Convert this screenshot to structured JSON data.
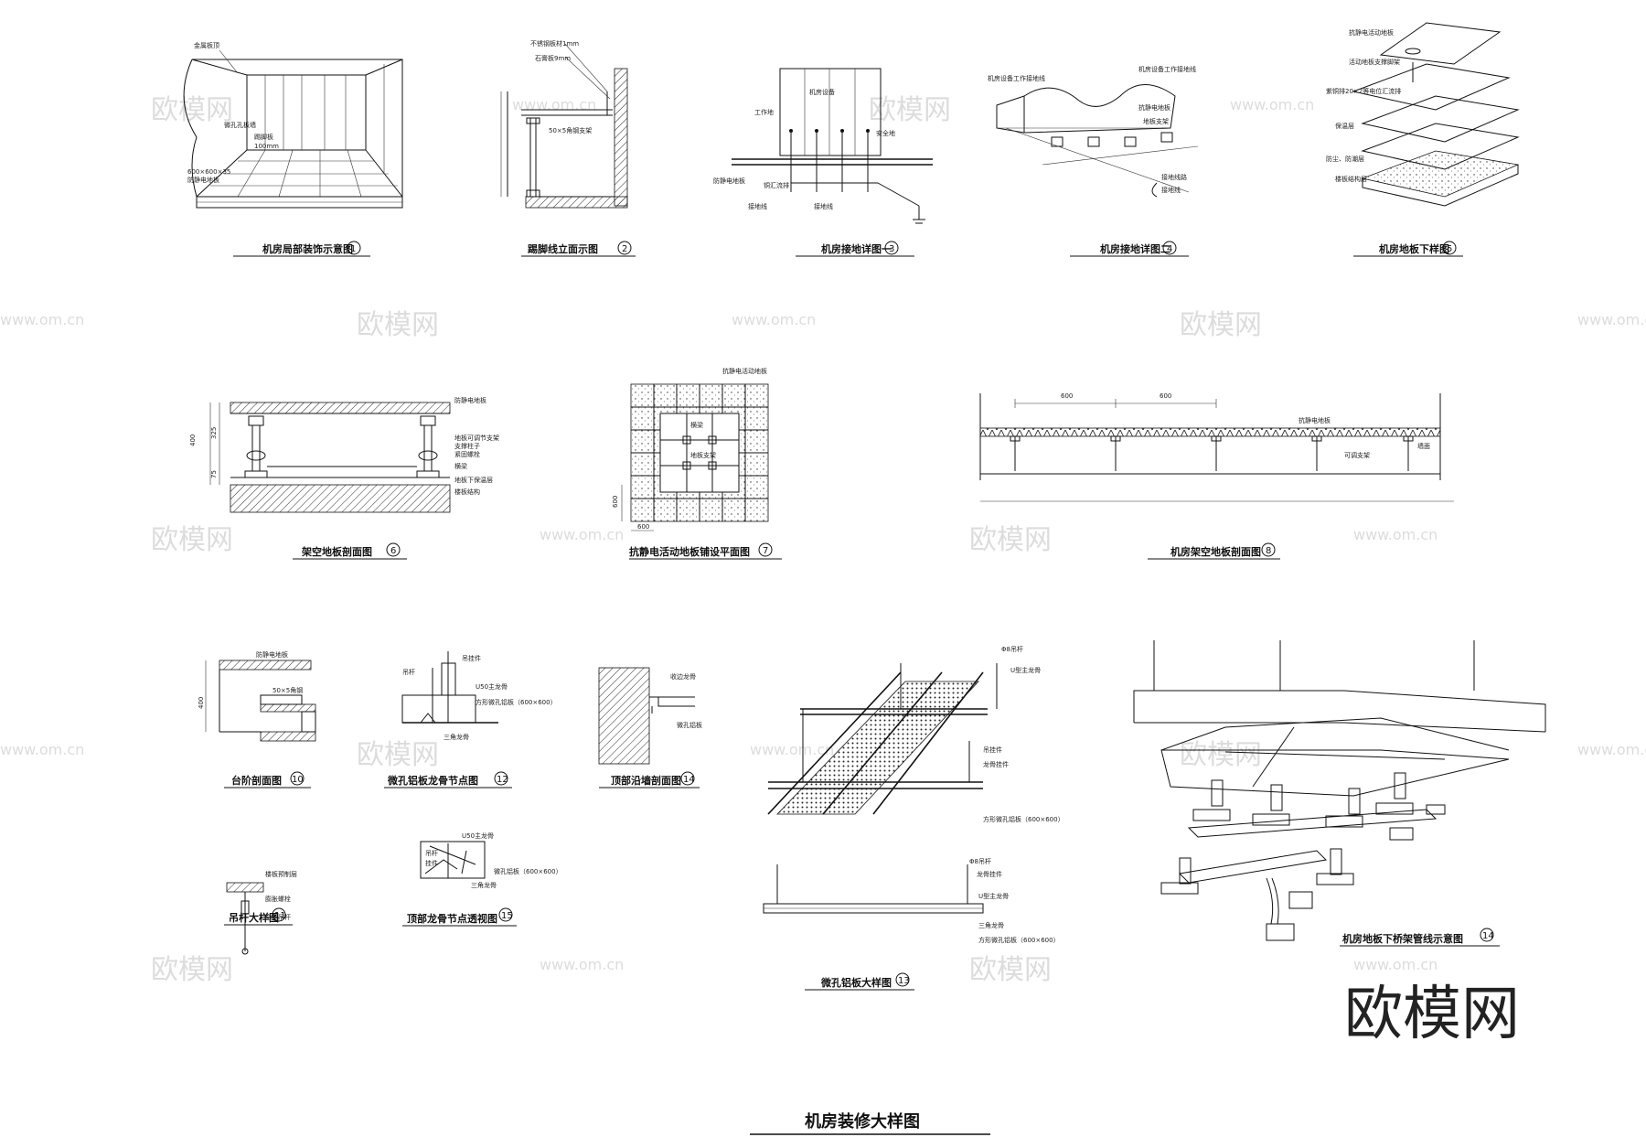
{
  "sheet_title": "机房装修大样图",
  "brand_logo": "欧模网",
  "watermark_text": "欧模网",
  "watermark_url": "www.om.cn",
  "details": [
    {
      "caption": "机房局部装饰示意图",
      "num": "1"
    },
    {
      "caption": "踢脚线立面示图",
      "num": "2"
    },
    {
      "caption": "机房接地详图一",
      "num": "3"
    },
    {
      "caption": "机房接地详图二",
      "num": "4"
    },
    {
      "caption": "机房地板下样图",
      "num": "5"
    },
    {
      "caption": "架空地板剖面图",
      "num": "6"
    },
    {
      "caption": "抗静电活动地板铺设平面图",
      "num": "7"
    },
    {
      "caption": "机房架空地板剖面图",
      "num": "8"
    },
    {
      "caption": "台阶剖面图",
      "num": "10"
    },
    {
      "caption": "微孔铝板龙骨节点图",
      "num": "12"
    },
    {
      "caption": "顶部沿墙剖面图",
      "num": "14"
    },
    {
      "caption": "吊杆大样图",
      "num": "11"
    },
    {
      "caption": "顶部龙骨节点透视图",
      "num": "15"
    },
    {
      "caption": "微孔铝板大样图",
      "num": "13"
    },
    {
      "caption": "机房地板下桥架管线示意图",
      "num": "14"
    }
  ],
  "notes": {
    "d1": [
      "金属板顶",
      "微孔孔板墙",
      "踢脚板",
      "100mm",
      "600×600×35",
      "防静电地板"
    ],
    "d2": [
      "不锈钢板材1mm",
      "石膏板9mm",
      "50×5角钢支架"
    ],
    "d3": [
      "工作地",
      "机房设备",
      "安全地",
      "防静电地板",
      "铜汇流排",
      "接地线"
    ],
    "d4": [
      "机房设备工作接地线",
      "机房设备工作接地线",
      "抗静电地板",
      "地板支架",
      "接地线路",
      "接地线"
    ],
    "d5": [
      "抗静电活动地板",
      "活动地板支撑脚架",
      "紫铜排20×2等电位汇流排",
      "保温层",
      "防尘、防潮层",
      "楼板结构层"
    ],
    "d6": [
      "防静电地板",
      "地板可调节支架",
      "紧固螺栓",
      "横梁",
      "支撑柱子",
      "地板下保温层",
      "楼板结构"
    ],
    "d6_dims": [
      "400",
      "325",
      "75"
    ],
    "d7": [
      "抗静电活动地板",
      "横梁",
      "地板支架"
    ],
    "d7_dims": [
      "600",
      "600"
    ],
    "d8": [
      "抗静电地板",
      "可调支架",
      "墙面"
    ],
    "d8_dims": [
      "600",
      "600"
    ],
    "d10": [
      "防静电地板",
      "50×5角钢",
      "400"
    ],
    "d12": [
      "吊杆",
      "吊挂件",
      "U50主龙骨",
      "三角龙骨",
      "方形微孔铝板（600×600）"
    ],
    "d14": [
      "收边龙骨",
      "微孔铝板"
    ],
    "d11": [
      "楼板预制层",
      "膨胀螺栓",
      "全丝吊杆"
    ],
    "d15": [
      "U50主龙骨",
      "吊杆",
      "挂件",
      "微孔铝板（600×600）",
      "三角龙骨"
    ],
    "d13": [
      "Φ8吊杆",
      "U型主龙骨",
      "吊挂件",
      "龙骨挂件",
      "方形微孔铝板（600×600）",
      "Φ8吊杆",
      "龙骨挂件",
      "U型主龙骨",
      "三角龙骨",
      "方形微孔铝板（600×600）"
    ]
  }
}
